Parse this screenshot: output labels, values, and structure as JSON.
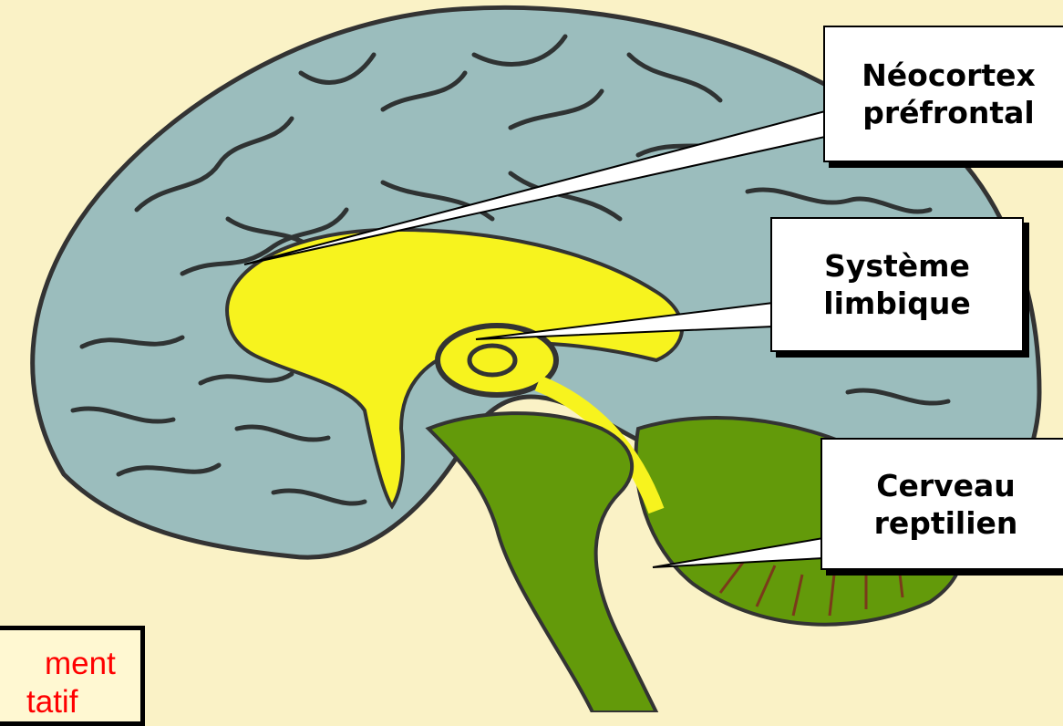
{
  "diagram": {
    "labels": {
      "neocortex": [
        "Néocortex",
        "préfrontal"
      ],
      "limbic": [
        "Système",
        "limbique"
      ],
      "reptilian": [
        "Cerveau",
        "reptilien"
      ]
    },
    "corner_note": [
      "ment",
      "tatif"
    ],
    "colors": {
      "background": "#faf2c6",
      "cortex": "#9bbdbd",
      "limbic": "#f7f31e",
      "brainstem": "#639a0a",
      "note_text": "#ff0000"
    }
  }
}
